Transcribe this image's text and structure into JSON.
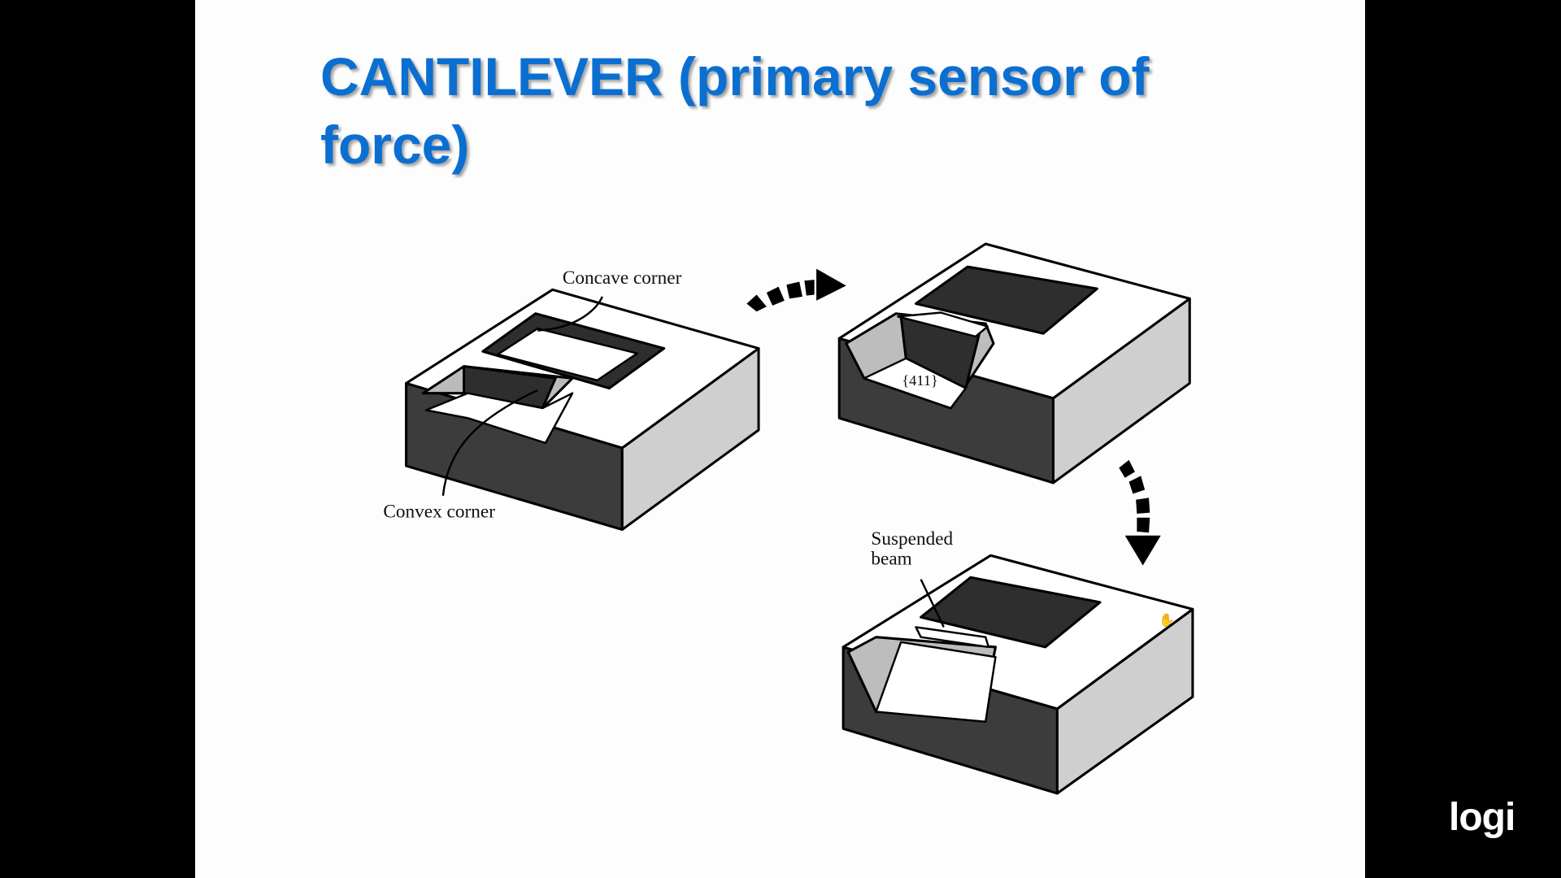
{
  "slide": {
    "title": "CANTILEVER (primary sensor of force)",
    "labels": {
      "concave_corner": "Concave corner",
      "convex_corner": "Convex corner",
      "plane": "{411}",
      "suspended": "Suspended",
      "beam": "beam"
    }
  },
  "overlay": {
    "logo": "logi"
  },
  "colors": {
    "title": "#0a6fd1",
    "dark_face": "#3c3c3c",
    "light_face": "#cfcfcf"
  }
}
